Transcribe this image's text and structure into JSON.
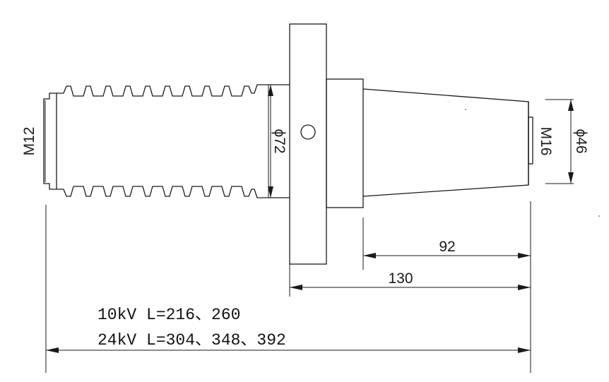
{
  "labels": {
    "m12": "M12",
    "phi72": "ϕ72",
    "m16": "M16",
    "phi46": "ϕ46",
    "dim92": "92",
    "dim130": "130"
  },
  "notes": {
    "line1": "10kV L=216、260",
    "line2": "24kV L=304、348、392"
  }
}
